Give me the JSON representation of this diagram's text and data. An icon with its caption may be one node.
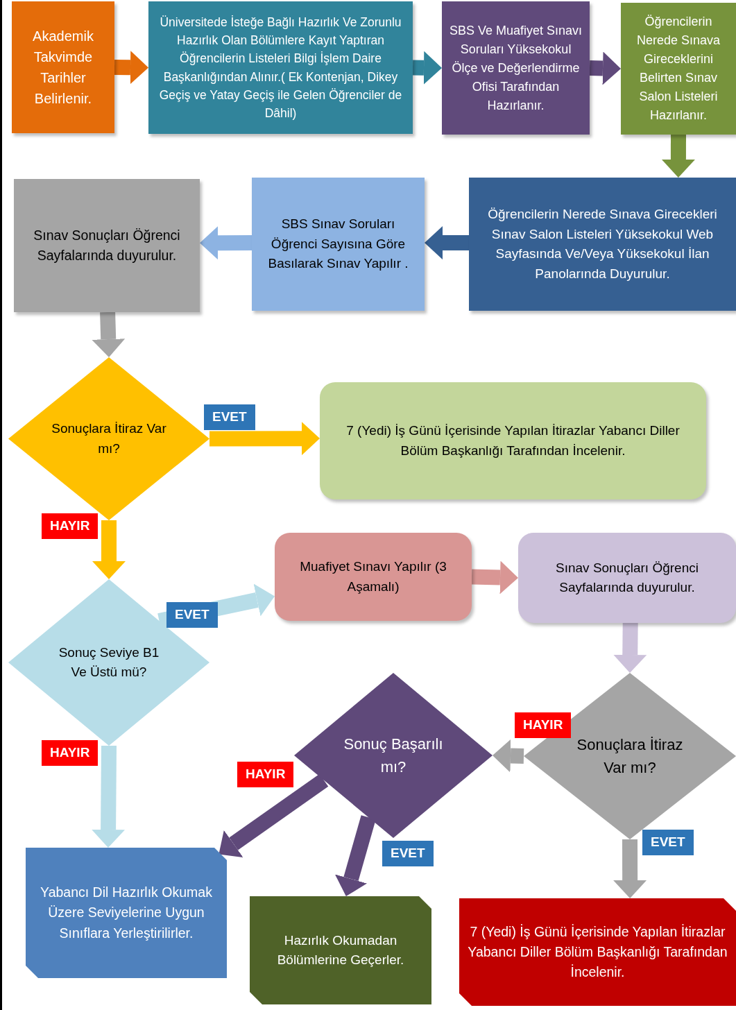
{
  "diagram": {
    "nodes": [
      {
        "text": [
          "Akademik Takvimde Tarihler Belirlenir."
        ]
      },
      {
        "text": [
          "Üniversitede İsteğe Bağlı Hazırlık Ve Zorunlu Hazırlık Olan Bölümlere Kayıt Yaptıran Öğrencilerin Listeleri Bilgi İşlem Daire Başkanlığından Alınır.( Ek Kontenjan, Dikey Geçiş ve Yatay Geçiş ile Gelen Öğrenciler de Dâhil)"
        ]
      },
      {
        "text": [
          "SBS Ve Muafiyet Sınavı Soruları Yüksekokul Ölçe ve Değerlendirme Ofisi Tarafından Hazırlanır."
        ]
      },
      {
        "text": [
          "Öğrencilerin Nerede Sınava Gireceklerini Belirten Sınav Salon Listeleri Hazırlanır."
        ]
      },
      {
        "text": [
          "Öğrencilerin Nerede Sınava Girecekleri Sınav Salon Listeleri Yüksekokul Web Sayfasında Ve/Veya Yüksekokul İlan Panolarında Duyurulur."
        ]
      },
      {
        "text": [
          "SBS Sınav Soruları Öğrenci Sayısına Göre Basılarak Sınav Yapılır ."
        ]
      },
      {
        "text": [
          "Sınav Sonuçları Öğrenci Sayfalarında duyurulur."
        ]
      },
      {
        "text": [
          "Sonuçlara İtiraz Var mı?"
        ]
      },
      {
        "text": [
          "7 (Yedi) İş Günü İçerisinde Yapılan İtirazlar Yabancı Diller Bölüm Başkanlığı Tarafından İncelenir."
        ]
      },
      {
        "text": [
          "Sonuç Seviye B1 Ve Üstü mü?"
        ]
      },
      {
        "text": [
          "Muafiyet Sınavı Yapılır (3 Aşamalı)"
        ]
      },
      {
        "text": [
          "Sınav Sonuçları Öğrenci Sayfalarında duyurulur."
        ]
      },
      {
        "text": [
          "Sonuçlara İtiraz Var mı?"
        ]
      },
      {
        "text": [
          "Sonuç Başarılı mı?"
        ]
      },
      {
        "text": [
          "Yabancı Dil Hazırlık Okumak Üzere Seviyelerine Uygun Sınıflara Yerleştirilirler."
        ]
      },
      {
        "text": [
          "Hazırlık Okumadan Bölümlerine Geçerler."
        ]
      },
      {
        "text": [
          "7 (Yedi) İş Günü İçerisinde Yapılan İtirazlar Yabancı Diller Bölüm Başkanlığı Tarafından İncelenir."
        ]
      }
    ],
    "edges": [
      {
        "from": 0,
        "to": 1,
        "arrow": "to",
        "color": "#e46c0a"
      },
      {
        "from": 1,
        "to": 2,
        "arrow": "to",
        "color": "#31849b"
      },
      {
        "from": 2,
        "to": 3,
        "arrow": "to",
        "color": "#604a7b"
      },
      {
        "from": 3,
        "to": 4,
        "arrow": "to",
        "color": "#77933c"
      },
      {
        "from": 4,
        "to": 5,
        "arrow": "to",
        "color": "#366092"
      },
      {
        "from": 5,
        "to": 6,
        "arrow": "to",
        "color": "#8db3e2"
      },
      {
        "from": 6,
        "to": 7,
        "arrow": "to",
        "color": "#a5a5a5"
      },
      {
        "from": 7,
        "to": 8,
        "arrow": "to",
        "color": "#ffc000",
        "label": "EVET"
      },
      {
        "from": 7,
        "to": 9,
        "arrow": "to",
        "color": "#ffc000",
        "label": "HAYIR"
      },
      {
        "from": 9,
        "to": 10,
        "arrow": "to",
        "color": "#b7dde8",
        "label": "EVET"
      },
      {
        "from": 9,
        "to": 14,
        "arrow": "to",
        "color": "#b7dde8",
        "label": "HAYIR"
      },
      {
        "from": 10,
        "to": 11,
        "arrow": "to",
        "color": "#d99694"
      },
      {
        "from": 11,
        "to": 12,
        "arrow": "to",
        "color": "#ccc1da"
      },
      {
        "from": 12,
        "to": 13,
        "arrow": "to",
        "color": "#a5a5a5",
        "label": "HAYIR"
      },
      {
        "from": 12,
        "to": 16,
        "arrow": "to",
        "color": "#a5a5a5",
        "label": "EVET"
      },
      {
        "from": 13,
        "to": 14,
        "arrow": "to",
        "color": "#5f497a",
        "label": "HAYIR"
      },
      {
        "from": 13,
        "to": 15,
        "arrow": "to",
        "color": "#5f497a",
        "label": "EVET"
      }
    ]
  }
}
